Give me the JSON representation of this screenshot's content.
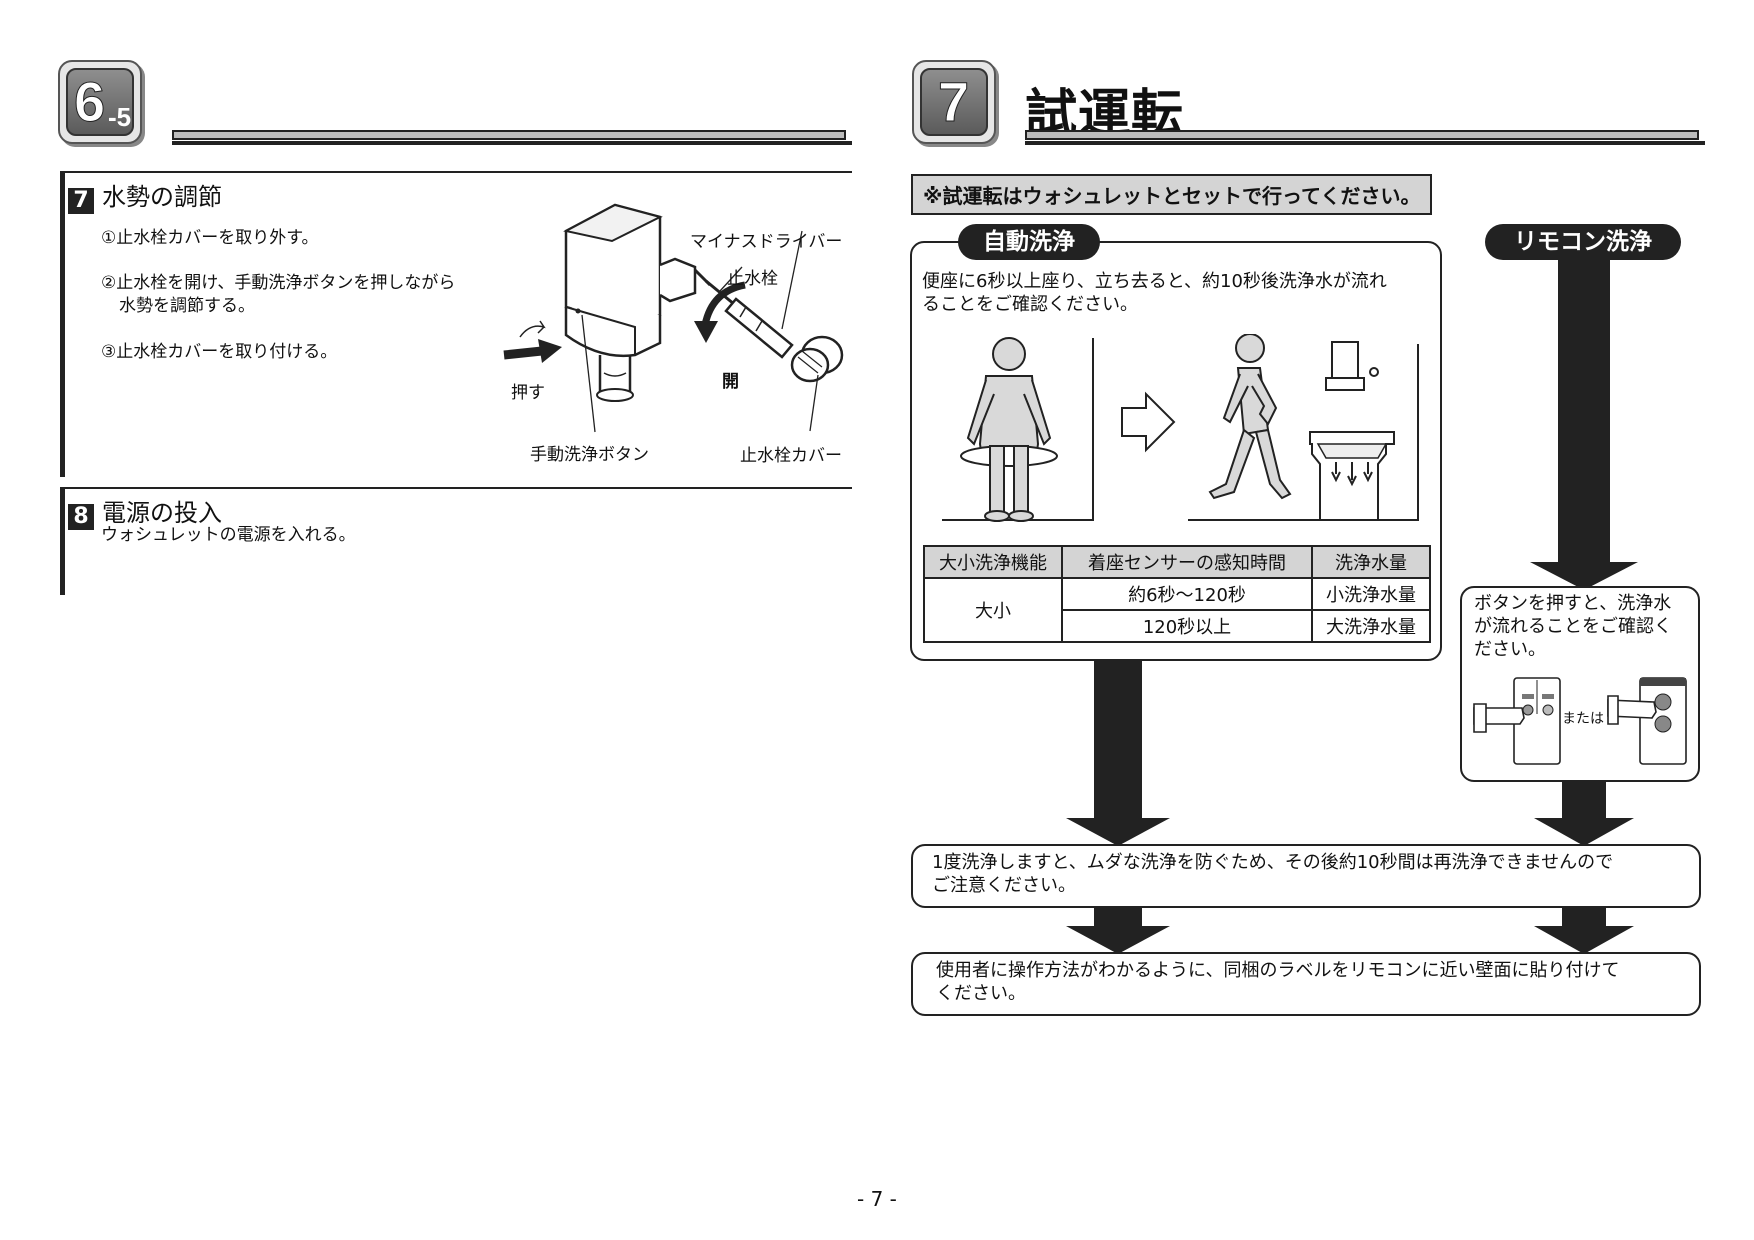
{
  "left": {
    "badge": {
      "main": "6",
      "sub": "-5"
    },
    "section7": {
      "num": "7",
      "title": "水勢の調節",
      "steps": [
        "①止水栓カバーを取り外す。",
        "②止水栓を開け、手動洗浄ボタンを押しながら",
        "水勢を調節する。",
        "③止水栓カバーを取り付ける。"
      ],
      "labels": {
        "driver": "マイナスドライバー",
        "valve": "止水栓",
        "open": "開",
        "push": "押す",
        "button": "手動洗浄ボタン",
        "cover": "止水栓カバー"
      }
    },
    "section8": {
      "num": "8",
      "title": "電源の投入",
      "body": "ウォシュレットの電源を入れる。"
    }
  },
  "right": {
    "badge": {
      "main": "7"
    },
    "title": "試運転",
    "notice": "※試運転はウォシュレットとセットで行ってください。",
    "auto": {
      "label": "自動洗浄",
      "text1": "便座に6秒以上座り、立ち去ると、約10秒後洗浄水が流れ",
      "text2": "ることをご確認ください。",
      "table": {
        "headers": [
          "大小洗浄機能",
          "着座センサーの感知時間",
          "洗浄水量"
        ],
        "group": "大小",
        "rows": [
          [
            "約6秒～120秒",
            "小洗浄水量"
          ],
          [
            "120秒以上",
            "大洗浄水量"
          ]
        ]
      }
    },
    "remote": {
      "label": "リモコン洗浄",
      "text1": "ボタンを押すと、洗浄水",
      "text2": "が流れることをご確認く",
      "text3": "ださい。",
      "or": "または"
    },
    "note1": {
      "line1": "1度洗浄しますと、ムダな洗浄を防ぐため、その後約10秒間は再洗浄できませんので",
      "line2": "ご注意ください。"
    },
    "note2": {
      "line1": "使用者に操作方法がわかるように、同梱のラベルをリモコンに近い壁面に貼り付けて",
      "line2": "ください。"
    }
  },
  "page_number": "- 7 -"
}
